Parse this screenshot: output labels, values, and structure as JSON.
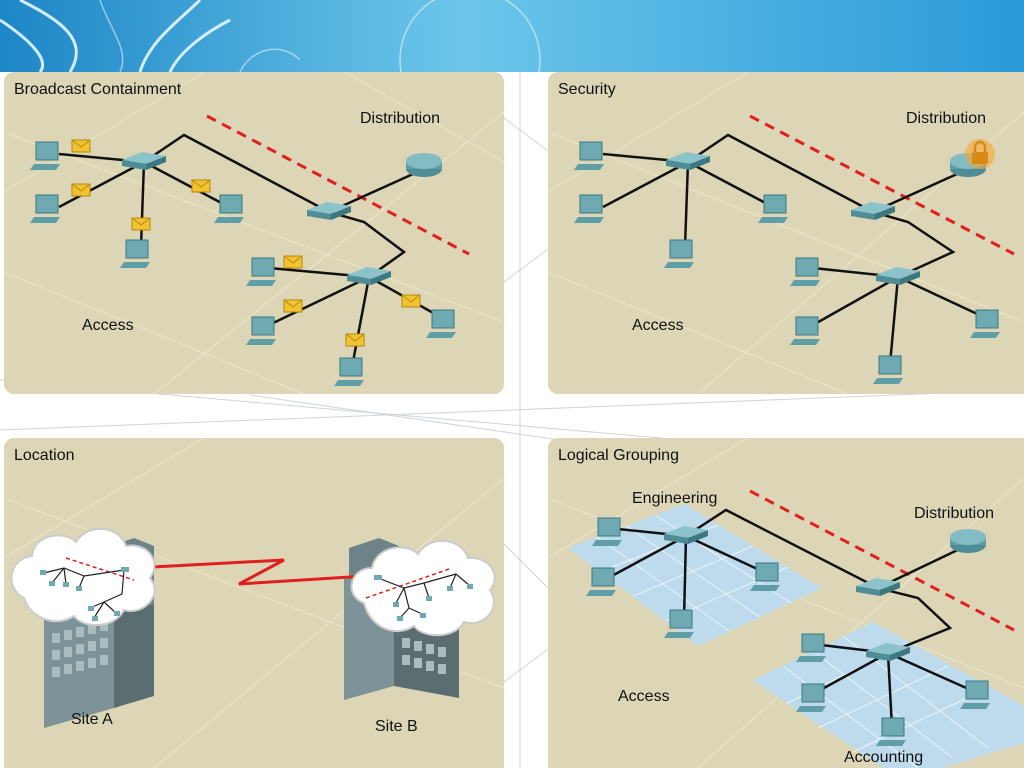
{
  "panels": {
    "broadcast": {
      "title": "Broadcast Containment",
      "distribution": "Distribution",
      "access": "Access"
    },
    "security": {
      "title": "Security",
      "distribution": "Distribution",
      "access": "Access"
    },
    "location": {
      "title": "Location",
      "site_a": "Site A",
      "site_b": "Site B"
    },
    "logical": {
      "title": "Logical Grouping",
      "engineering": "Engineering",
      "distribution": "Distribution",
      "access": "Access",
      "accounting": "Accounting"
    }
  },
  "colors": {
    "panel": "#dcd6b7",
    "banner": "#3aa3dc",
    "boundary": "#e02020",
    "link": "#111111",
    "device": "#5f9ea6",
    "zone": "#b9dcf2"
  },
  "icons": [
    "switch-icon",
    "router-icon",
    "pc-icon",
    "envelope-icon",
    "lock-icon",
    "building-icon",
    "cloud-icon",
    "wan-link-icon"
  ]
}
